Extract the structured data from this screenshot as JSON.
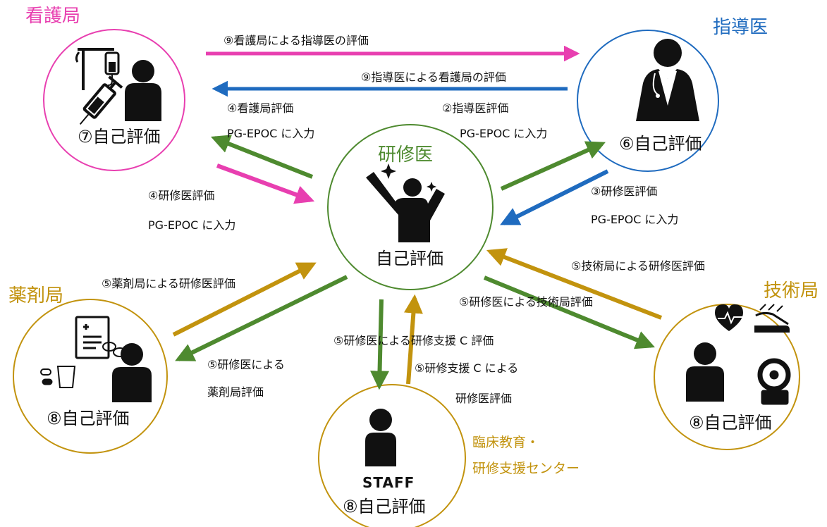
{
  "colors": {
    "nursing": "#e83fb0",
    "instructor": "#1f6bbf",
    "resident": "#4e8a2f",
    "gold": "#c2930e",
    "text": "#111111"
  },
  "nodes": {
    "nursing": {
      "title": "看護局",
      "self": "⑦自己評価",
      "icons": [
        "iv-drip-icon",
        "syringe-icon",
        "person-icon"
      ]
    },
    "instructor": {
      "title": "指導医",
      "self": "⑥自己評価",
      "icons": [
        "doctor-icon"
      ]
    },
    "resident": {
      "title": "研修医",
      "self": "自己評価",
      "icons": [
        "cheering-person-icon"
      ]
    },
    "pharmacy": {
      "title": "薬剤局",
      "self": "⑧自己評価",
      "icons": [
        "prescription-icon",
        "pills-icon",
        "person-icon"
      ]
    },
    "technical": {
      "title": "技術局",
      "self": "⑧自己評価",
      "icons": [
        "heart-rate-icon",
        "ultrasound-icon",
        "mri-scanner-icon",
        "person-icon"
      ]
    },
    "center": {
      "title_line1": "臨床教育・",
      "title_line2": "研修支援センター",
      "self": "⑧自己評価",
      "badge": "STAFF",
      "icons": [
        "staff-person-icon"
      ]
    }
  },
  "labels": {
    "nursing_to_instructor": "⑨看護局による指導医の評価",
    "instructor_to_nursing": "⑨指導医による看護局の評価",
    "nursing_eval": "④看護局評価",
    "nursing_eval_input": "PG-EPOC に入力",
    "instructor_eval": "②指導医評価",
    "instructor_eval_input": "PG-EPOC に入力",
    "resident_eval_left": "④研修医評価",
    "resident_eval_left_input": "PG-EPOC に入力",
    "resident_eval_right": "③研修医評価",
    "resident_eval_right_input": "PG-EPOC に入力",
    "pharmacy_to_resident": "⑤薬剤局による研修医評価",
    "resident_to_pharmacy_1": "⑤研修医による",
    "resident_to_pharmacy_2": "薬剤局評価",
    "technical_to_resident": "⑤技術局による研修医評価",
    "resident_to_technical": "⑤研修医による技術局評価",
    "resident_to_center": "⑤研修医による研修支援 C 評価",
    "center_to_resident_1": "⑤研修支援 C による",
    "center_to_resident_2": "研修医評価"
  }
}
